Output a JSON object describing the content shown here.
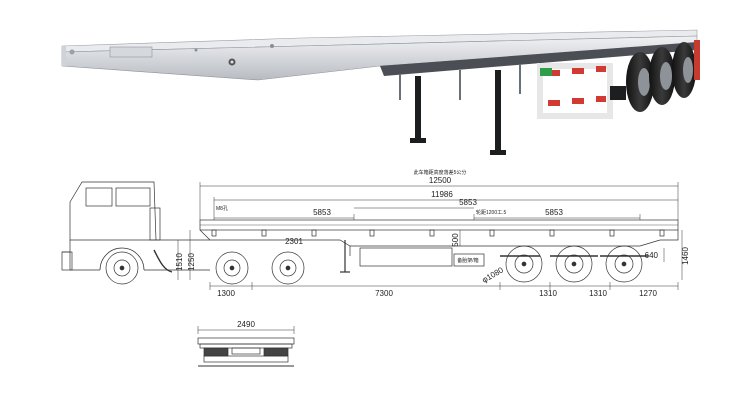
{
  "drawing": {
    "header_note": "此车箱距高度落差5公分",
    "overall_length": "12500",
    "deck_length": "11986",
    "hole_label": "M8孔",
    "beam_label": "轮距1200工.5",
    "segment_1": "5853",
    "segment_2": "5853",
    "segment_3": "5853",
    "gooseneck_height": "1250",
    "fifth_wheel_height": "1510",
    "kingpin_offset": "2301",
    "neck_height": "500",
    "toolbox_label": "备胎架/箱",
    "wheel_diameter": "φ1080",
    "front_offset": "1300",
    "kingpin_to_axle": "7300",
    "axle_spacing_1": "1310",
    "axle_spacing_2": "1310",
    "rear_overhang": "1270",
    "rear_height": "640",
    "deck_height": "1460",
    "overall_width": "2490"
  }
}
